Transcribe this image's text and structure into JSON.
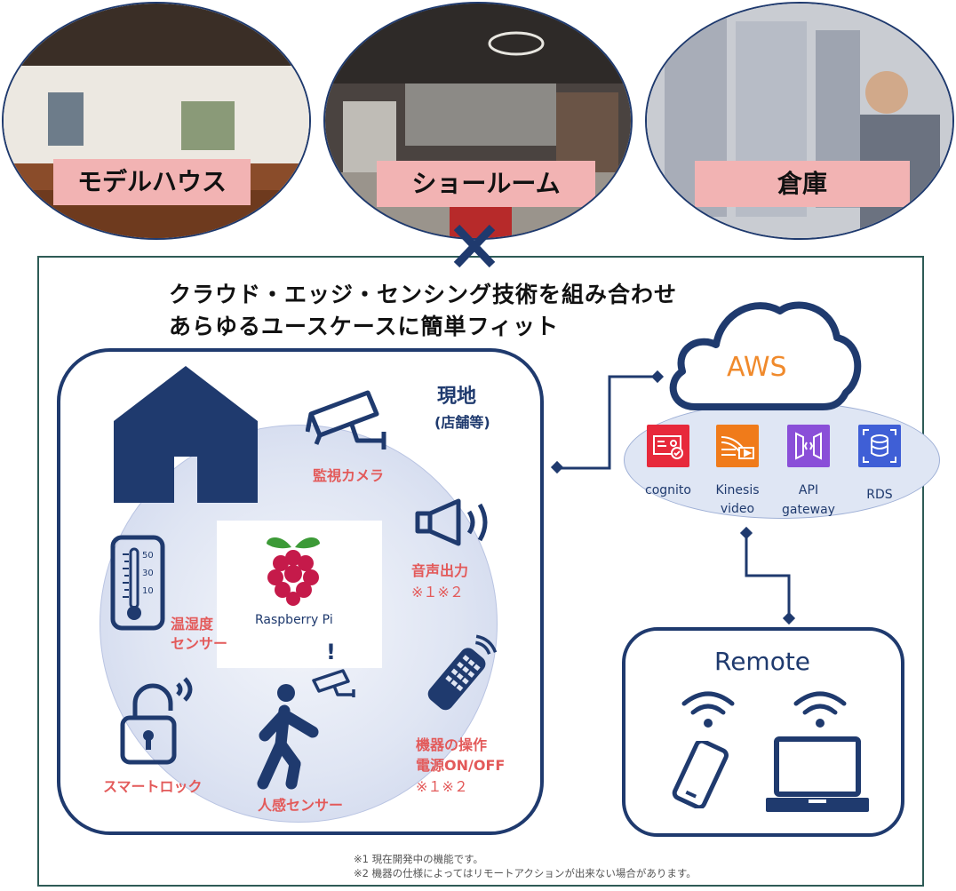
{
  "venues": [
    {
      "label": "モデルハウス"
    },
    {
      "label": "ショールーム"
    },
    {
      "label": "倉庫"
    }
  ],
  "headline": {
    "line1": "クラウド・エッジ・センシング技術を組み合わせ",
    "line2": "あらゆるユースケースに簡単フィット"
  },
  "site": {
    "title": "現地",
    "subtitle": "(店舗等)",
    "center_label": "Raspberry Pi",
    "items": {
      "camera": "監視カメラ",
      "speaker": "音声出力",
      "speaker_note": "※１※２",
      "thermo_line1": "温湿度",
      "thermo_line2": "センサー",
      "thermo_scale": [
        "50",
        "30",
        "10"
      ],
      "remote_line1": "機器の操作",
      "remote_line2": "電源ON/OFF",
      "remote_note": "※１※２",
      "lock": "スマートロック",
      "human": "人感センサー",
      "alert": "!"
    }
  },
  "aws": {
    "title": "AWS",
    "services": [
      {
        "name": "cognito",
        "color": "#e7293b"
      },
      {
        "name": "Kinesis video",
        "line1": "Kinesis",
        "line2": "video",
        "color": "#f07b1a"
      },
      {
        "name": "API gateway",
        "line1": "API",
        "line2": "gateway",
        "color": "#8a4fd8"
      },
      {
        "name": "RDS",
        "color": "#3f5fd6"
      }
    ]
  },
  "remote": {
    "title": "Remote"
  },
  "notes": [
    "※1 現在開発中の機能です。",
    "※2 機器の仕様によってはリモートアクションが出来ない場合があります。"
  ],
  "colors": {
    "navy": "#1f3a6e",
    "label_red": "#e35a5a",
    "aws_orange": "#f08a2c",
    "venue_label_bg": "#f2b3b3"
  }
}
